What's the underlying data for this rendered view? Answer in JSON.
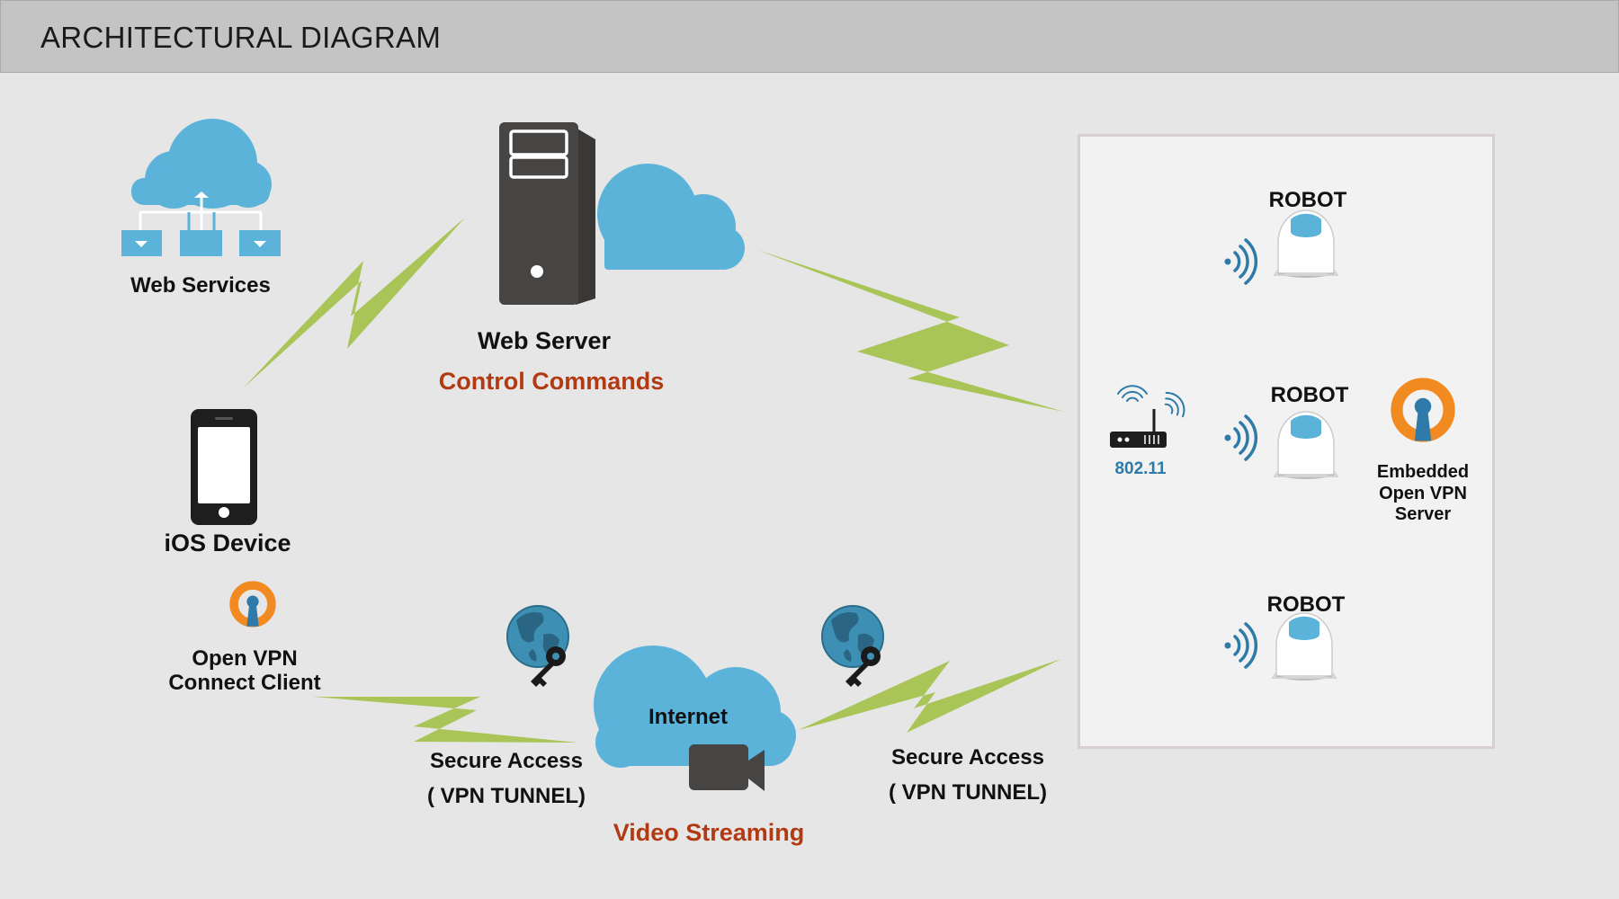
{
  "header": {
    "title": "ARCHITECTURAL DIAGRAM"
  },
  "colors": {
    "cloud": "#5bb3da",
    "bolt": "#a9c457",
    "server": "#474444",
    "accent_red": "#b23a13",
    "wifi_blue": "#2e7aa8",
    "vpn_orange": "#f18a20"
  },
  "nodes": {
    "web_services": "Web Services",
    "web_server": "Web Server",
    "control_commands": "Control Commands",
    "ios_device": "iOS Device",
    "vpn_client_line1": "Open VPN",
    "vpn_client_line2": "Connect Client",
    "internet": "Internet",
    "video_streaming": "Video Streaming",
    "secure_access_left_line1": "Secure Access",
    "secure_access_left_line2": "( VPN TUNNEL)",
    "secure_access_right_line1": "Secure Access",
    "secure_access_right_line2": "( VPN TUNNEL)",
    "router": "802.11",
    "robot_1": "ROBOT",
    "robot_2": "ROBOT",
    "robot_3": "ROBOT",
    "vpn_server_line1": "Embedded",
    "vpn_server_line2": "Open VPN",
    "vpn_server_line3": "Server"
  },
  "icons": [
    "cloud-network-icon",
    "server-tower-icon",
    "cloud-icon",
    "smartphone-icon",
    "openvpn-icon",
    "globe-key-icon",
    "video-camera-icon",
    "wifi-router-icon",
    "wifi-signal-icon",
    "robot-dome-icon",
    "lightning-bolt-icon"
  ]
}
